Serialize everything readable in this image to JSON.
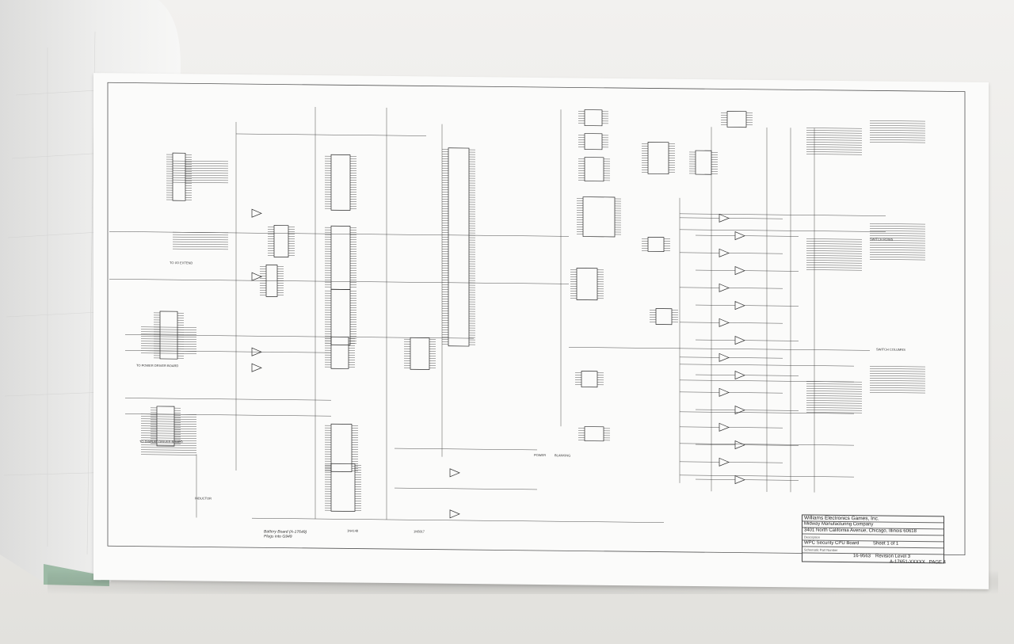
{
  "title_block": {
    "company": "Williams Electronics Games, Inc.",
    "division": "Midway Manufacturing Company",
    "address": "3401 North California Avenue, Chicago, Illinois 60618",
    "description_label": "Description",
    "description": "WPC Security CPU Board",
    "sheet": "Sheet 1 of 1",
    "part_label": "Schematic Part Number",
    "part_number": "16-9563",
    "revision": "Revision Level 3"
  },
  "footer": {
    "drawing_number": "A-17651-XXXXX",
    "page": "PAGE 4"
  },
  "annotations": {
    "battery_line1": "Battery Board (A-17649)",
    "battery_line2": "Plugs into G949",
    "inductor": "INDUCTOR",
    "switch_rows": "SWITCH ROWS",
    "switch_columns": "SWITCH COLUMNS",
    "power_driver": "TO POWER DRIVER BOARD",
    "display_driver": "TO DISPLAY DRIVER BOARD",
    "diode_1": "1N4148",
    "diode_2": "1N5817",
    "to_io": "TO I/O EXTEND",
    "diag_led_1": "BLANKING",
    "diag_led_2": "POWER"
  },
  "colors": {
    "paper": "#fbfbfa",
    "ink": "#2a2a2a",
    "table": "#ecebe8",
    "cover_tint": "#7fa88c"
  }
}
